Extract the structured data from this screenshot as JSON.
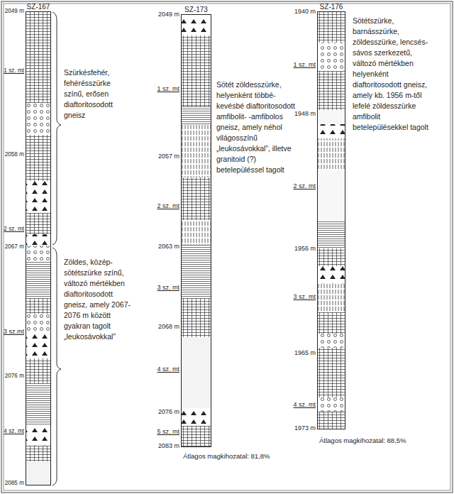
{
  "diagram": {
    "nodes": [
      {
        "text": [
          "SZ-167"
        ]
      },
      {
        "text": [
          "SZ-173"
        ]
      },
      {
        "text": [
          "SZ-176"
        ]
      }
    ],
    "labels": [
      "2049 m",
      "1 sz. mt",
      "2058 m",
      "2 sz. mt",
      "2067 m",
      "3 sz.mt",
      "2076 m",
      "4 sz. mt",
      "2085 m",
      "Szürkésfehér, fehérésszürke színű, erősen diaftoritosodott gneisz",
      "Zöldes, közép-sötétszürke színű, változó mértékben diaftoritosodott gneisz, amely 2067-2076 m között gyakran tagolt „leukosávokkal”",
      "2049 m",
      "1 sz. mt",
      "2057 m",
      "2 sz. mt",
      "2063 m",
      "3 sz. mt",
      "2068 m",
      "4 sz. mt",
      "2076 m",
      "5 sz. mt",
      "2083 m",
      "Sötét zöldesszürke, helyenként többé-kevésbé diaftoritosodott amfibolit- -amfibolos gneisz, amely néhol világosszínű „leukosávokkal”, illetve granitoid (?) betelepüléssel tagolt",
      "Átlagos magkihozatal: 81,8%",
      "1940 m",
      "1 sz. mt",
      "1948 m",
      "2 sz. mt",
      "1956 m",
      "3 sz. mt",
      "1965 m",
      "4 sz. mt",
      "1973 m",
      "Sötétszürke, barnásszürke, zöldesszürke, lencsés-sávos szerkezetű, változó mértékben helyenként diaftoritosodott gneisz, amely kb. 1956 m-től lefelé zöldesszürke amfibolit betelepülésekkel tagolt",
      "Átlagos magkihozatal: 88,5%"
    ]
  }
}
